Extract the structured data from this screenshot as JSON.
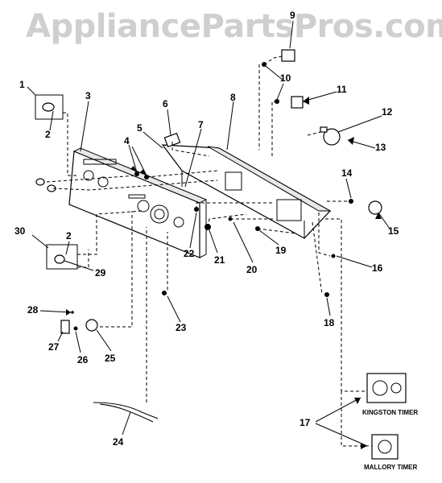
{
  "watermark": "AppliancePartsPros.com",
  "callouts": [
    "1",
    "2",
    "3",
    "4",
    "5",
    "6",
    "7",
    "8",
    "9",
    "10",
    "11",
    "12",
    "13",
    "14",
    "15",
    "16",
    "17",
    "18",
    "19",
    "20",
    "21",
    "22",
    "23",
    "24",
    "25",
    "26",
    "27",
    "28",
    "29",
    "30",
    "2"
  ],
  "timer_labels": {
    "kingston": "KINGSTON TIMER",
    "mallory": "MALLORY TIMER"
  }
}
